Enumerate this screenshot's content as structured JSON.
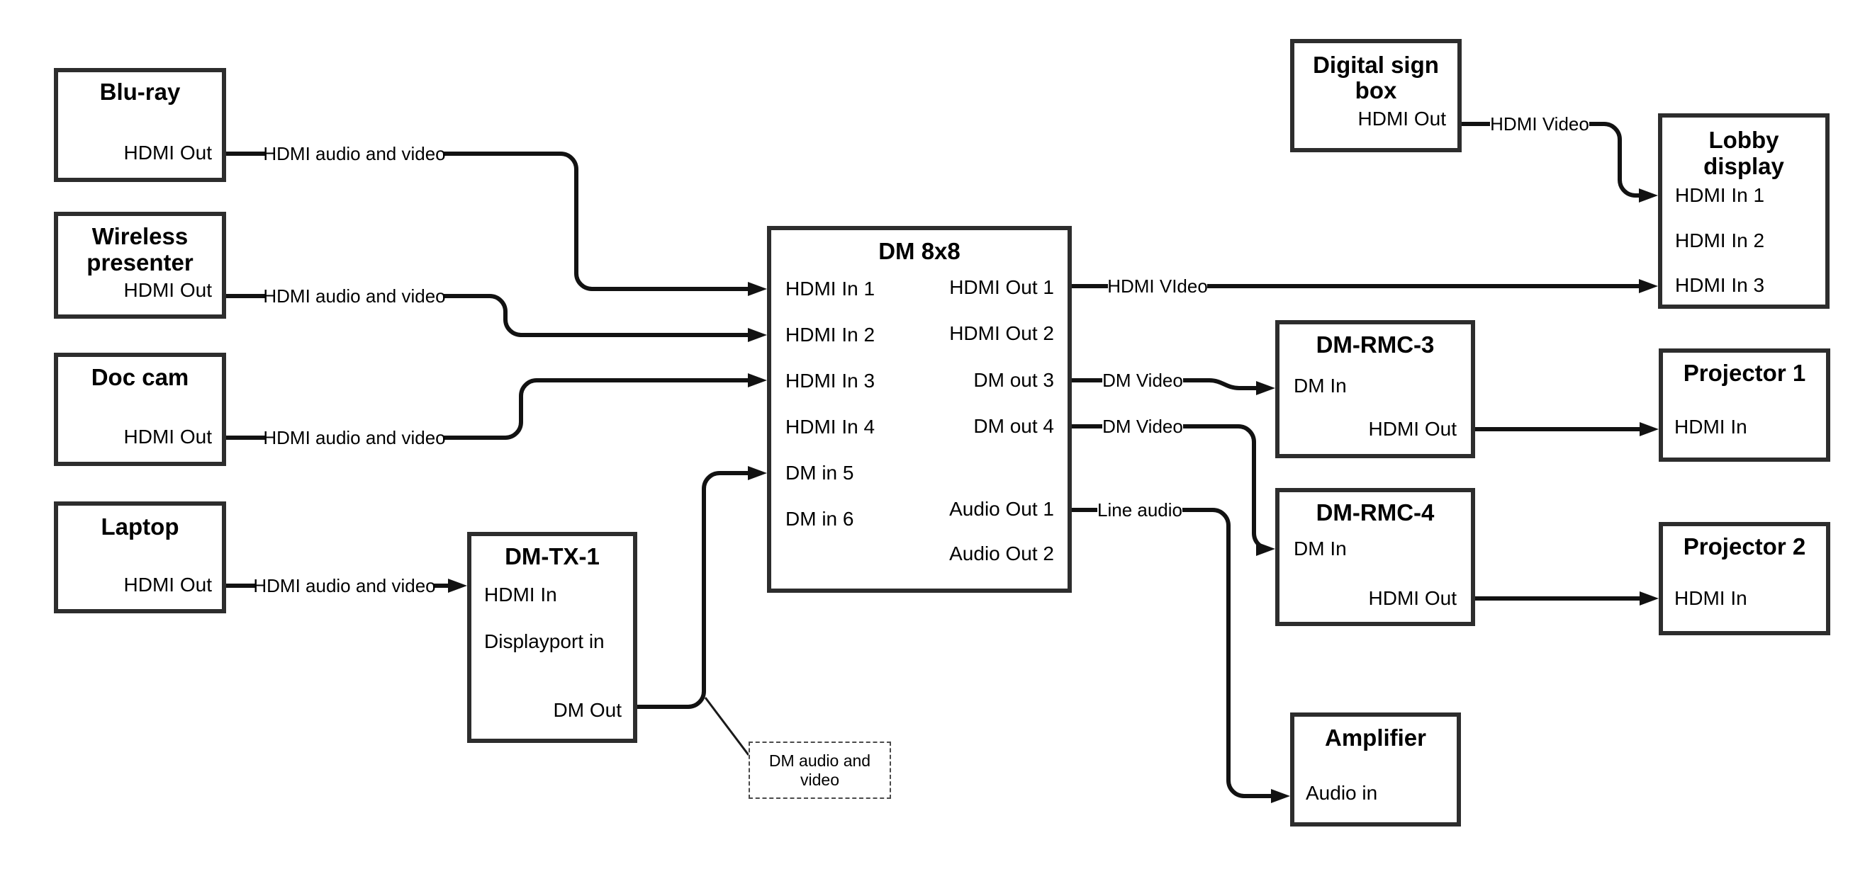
{
  "colors": {
    "canvas": "#ffffff",
    "box_border": "#2d2d2d",
    "wire": "#121212",
    "text": "#000000"
  },
  "nodes": {
    "bluray": {
      "title": "Blu-ray",
      "ports": {
        "hdmi_out": "HDMI Out"
      }
    },
    "wireless_presenter": {
      "title_line1": "Wireless",
      "title_line2": "presenter",
      "ports": {
        "hdmi_out": "HDMI Out"
      }
    },
    "doc_cam": {
      "title": "Doc cam",
      "ports": {
        "hdmi_out": "HDMI Out"
      }
    },
    "laptop": {
      "title": "Laptop",
      "ports": {
        "hdmi_out": "HDMI Out"
      }
    },
    "dm_tx_1": {
      "title": "DM-TX-1",
      "ports": {
        "hdmi_in": "HDMI In",
        "displayport_in": "Displayport in",
        "dm_out": "DM Out"
      }
    },
    "dm_8x8": {
      "title": "DM 8x8",
      "inputs": [
        "HDMI In 1",
        "HDMI In 2",
        "HDMI In 3",
        "HDMI In 4",
        "DM in 5",
        "DM in 6"
      ],
      "outputs": [
        "HDMI Out 1",
        "HDMI Out 2",
        "DM out 3",
        "DM out 4",
        "Audio Out 1",
        "Audio Out 2"
      ]
    },
    "digital_sign_box": {
      "title_line1": "Digital sign",
      "title_line2": "box",
      "ports": {
        "hdmi_out": "HDMI Out"
      }
    },
    "lobby_display": {
      "title_line1": "Lobby",
      "title_line2": "display",
      "inputs": [
        "HDMI In 1",
        "HDMI In 2",
        "HDMI In 3"
      ]
    },
    "dm_rmc_3": {
      "title": "DM-RMC-3",
      "ports": {
        "dm_in": "DM In",
        "hdmi_out": "HDMI Out"
      }
    },
    "projector_1": {
      "title": "Projector 1",
      "ports": {
        "hdmi_in": "HDMI In"
      }
    },
    "dm_rmc_4": {
      "title": "DM-RMC-4",
      "ports": {
        "dm_in": "DM In",
        "hdmi_out": "HDMI Out"
      }
    },
    "projector_2": {
      "title": "Projector 2",
      "ports": {
        "hdmi_in": "HDMI In"
      }
    },
    "amplifier": {
      "title": "Amplifier",
      "ports": {
        "audio_in": "Audio in"
      }
    }
  },
  "annotations": {
    "dm_audio_video_note": {
      "line1": "DM audio and",
      "line2": "video"
    }
  },
  "connection_labels": {
    "bluray_to_in1": "HDMI audio and video",
    "wireless_to_in2": "HDMI audio and video",
    "doccam_to_in3": "HDMI audio and video",
    "laptop_to_dmtx1": "HDMI audio and video",
    "out1_to_lobby": "HDMI VIdeo",
    "digitalsign_to_lobby": "HDMI Video",
    "out3_to_rmc3": "DM Video",
    "out4_to_rmc4": "DM Video",
    "audio1_to_amp": "Line audio"
  }
}
